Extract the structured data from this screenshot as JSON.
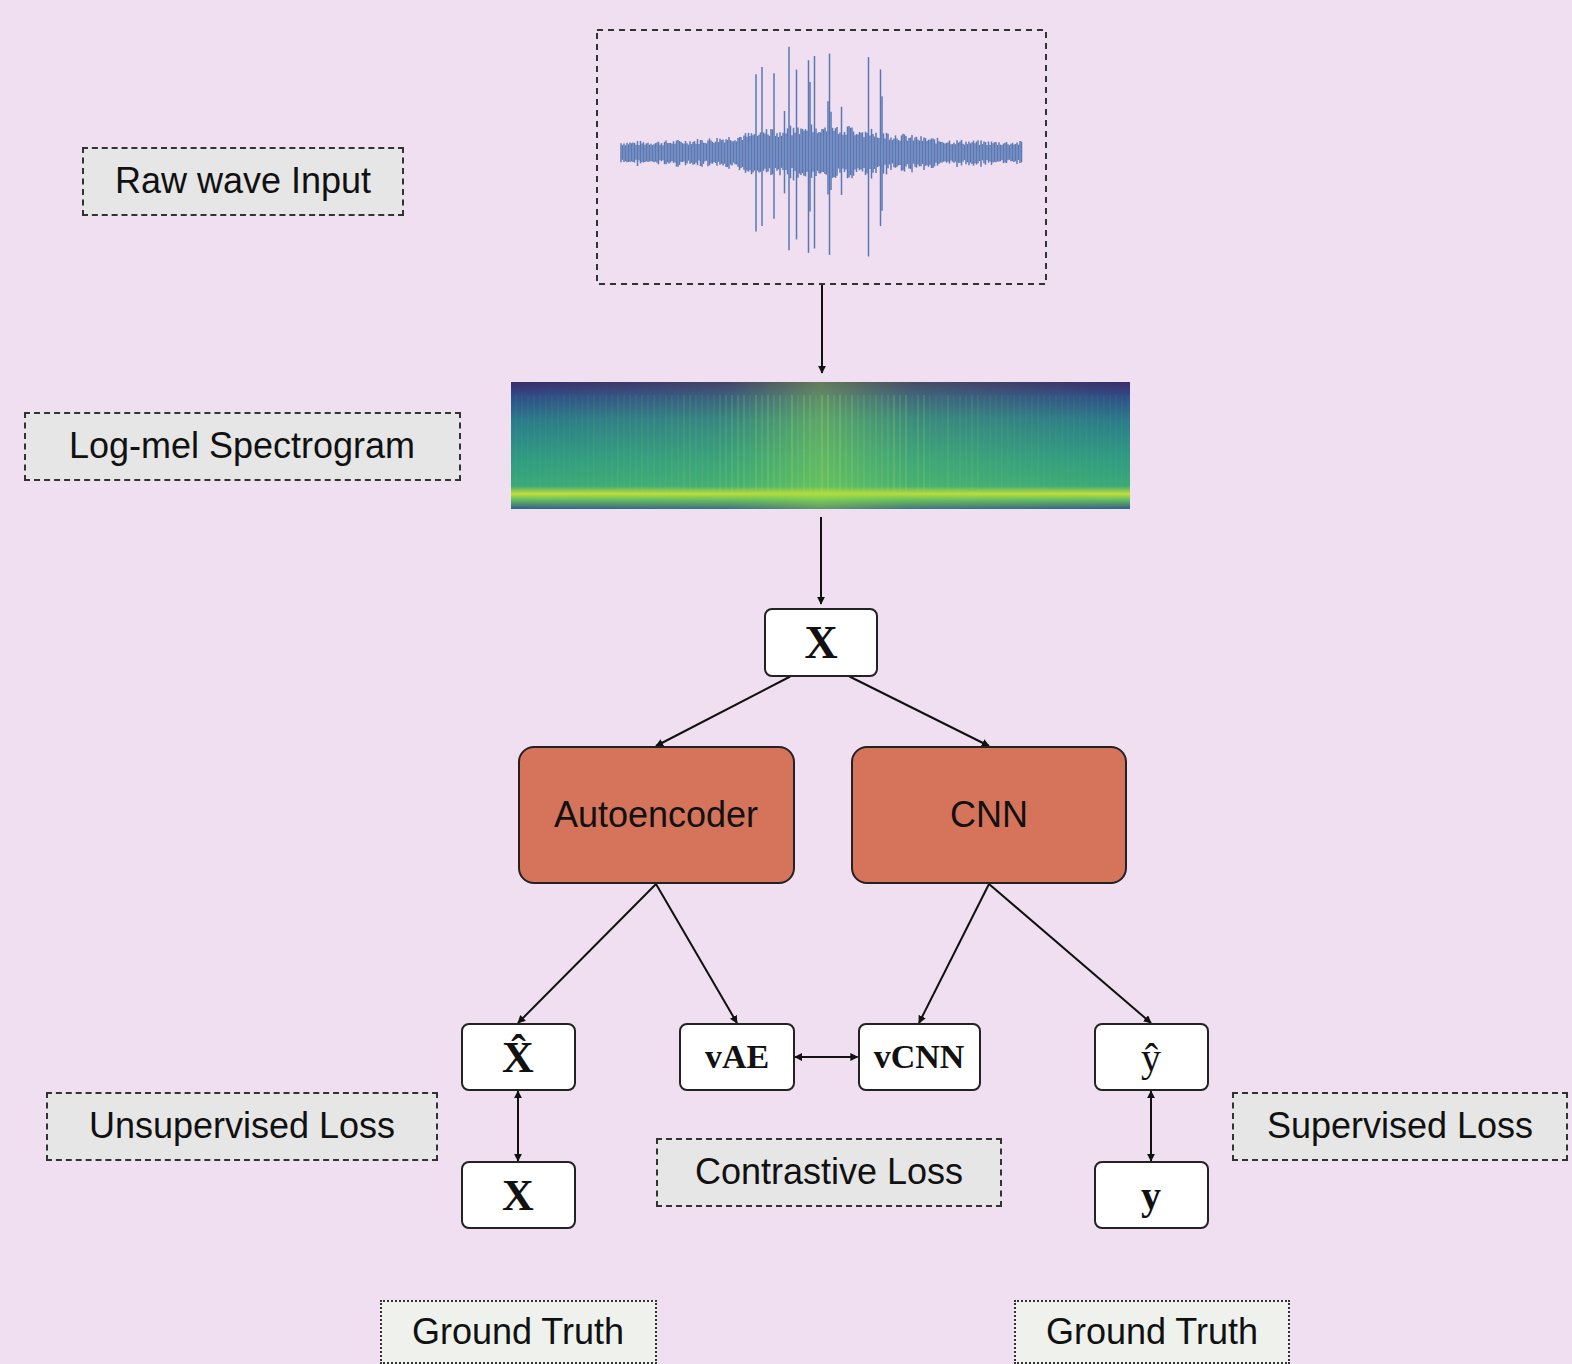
{
  "diagram": {
    "nodes": [
      {
        "text": [
          "Raw wave Input"
        ]
      },
      {
        "text": [
          "Log-mel Spectrogram"
        ]
      },
      {
        "text": [
          "X"
        ]
      },
      {
        "text": [
          "Autoencoder"
        ]
      },
      {
        "text": [
          "CNN"
        ]
      },
      {
        "text": [
          "X̂"
        ]
      },
      {
        "text": [
          "vAE"
        ]
      },
      {
        "text": [
          "vCNN"
        ]
      },
      {
        "text": [
          "ŷ"
        ]
      },
      {
        "text": [
          "Unsupervised Loss"
        ]
      },
      {
        "text": [
          "X"
        ]
      },
      {
        "text": [
          "Contrastive Loss"
        ]
      },
      {
        "text": [
          "Supervised Loss"
        ]
      },
      {
        "text": [
          "y"
        ]
      },
      {
        "text": [
          "Ground Truth"
        ]
      },
      {
        "text": [
          "Ground Truth"
        ]
      }
    ],
    "edges": [
      {
        "from": 2,
        "to": 3,
        "arrow": "to"
      },
      {
        "from": 2,
        "to": 4,
        "arrow": "to"
      },
      {
        "from": 3,
        "to": 5,
        "arrow": "to"
      },
      {
        "from": 3,
        "to": 6,
        "arrow": "to"
      },
      {
        "from": 4,
        "to": 7,
        "arrow": "to"
      },
      {
        "from": 4,
        "to": 8,
        "arrow": "to"
      },
      {
        "from": 6,
        "to": 7,
        "arrow": "both"
      },
      {
        "from": 5,
        "to": 10,
        "arrow": "both"
      },
      {
        "from": 8,
        "to": 13,
        "arrow": "both"
      }
    ]
  }
}
